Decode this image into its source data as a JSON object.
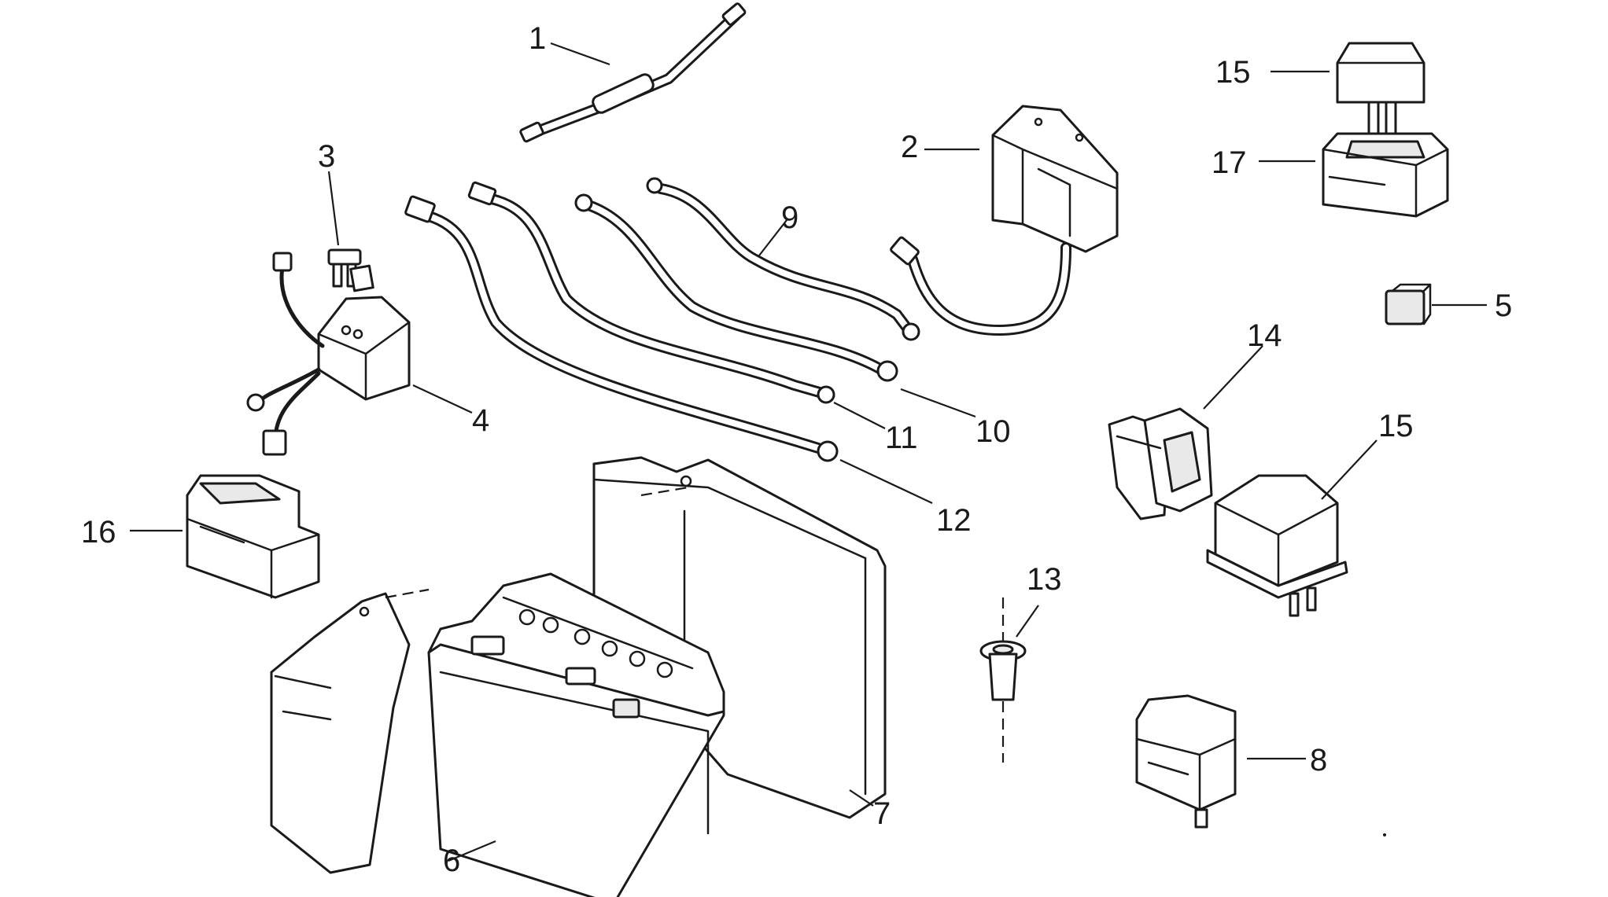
{
  "callouts": {
    "c1": "1",
    "c2": "2",
    "c3": "3",
    "c4": "4",
    "c5": "5",
    "c6": "6",
    "c7": "7",
    "c8": "8",
    "c9": "9",
    "c10": "10",
    "c11": "11",
    "c12": "12",
    "c13": "13",
    "c14": "14",
    "c15a": "15",
    "c15b": "15",
    "c16": "16",
    "c17": "17"
  },
  "colors": {
    "line": "#1a1a1a",
    "fill": "#ffffff",
    "shade": "#e9e9e9"
  }
}
